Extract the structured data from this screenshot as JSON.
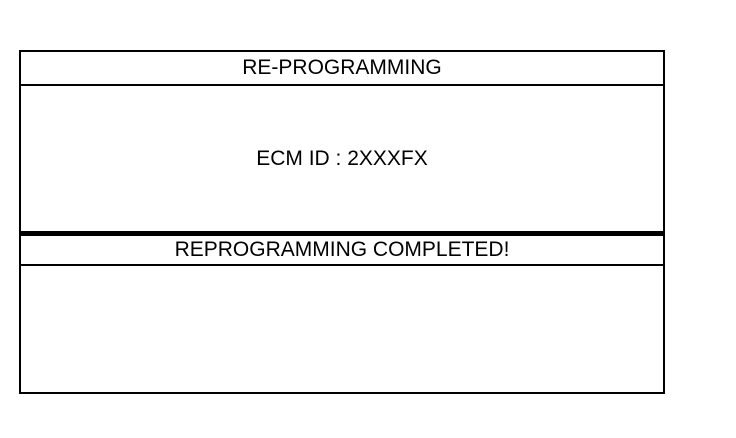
{
  "screen": {
    "title": "RE-PROGRAMMING",
    "ecm_id_text": "ECM ID : 2XXXFX",
    "status_message": "REPROGRAMMING COMPLETED!"
  },
  "colors": {
    "border": "#000000",
    "background": "#ffffff",
    "text": "#000000"
  }
}
